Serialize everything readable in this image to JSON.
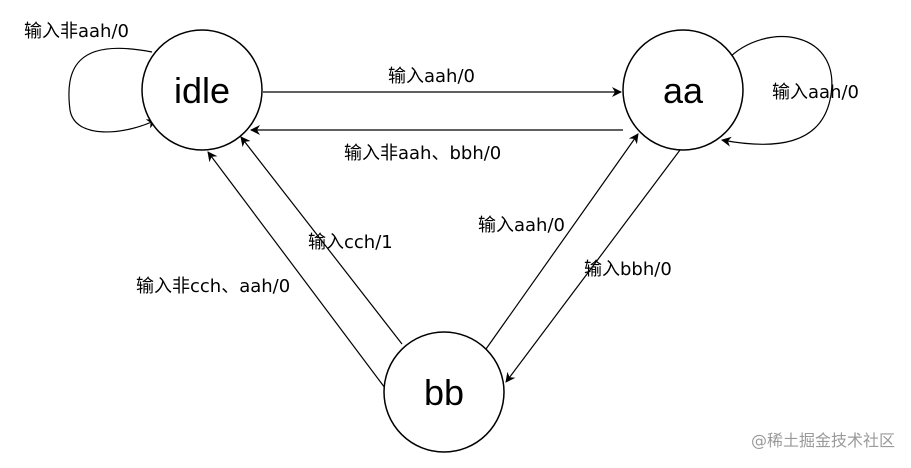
{
  "states": {
    "idle": "idle",
    "aa": "aa",
    "bb": "bb"
  },
  "transitions": {
    "idle_self": "输入非aah/0",
    "idle_to_aa": "输入aah/0",
    "aa_to_idle": "输入非aah、bbh/0",
    "aa_self": "输入aah/0",
    "bb_to_idle_cch": "输入cch/1",
    "bb_to_idle_other": "输入非cch、aah/0",
    "bb_to_aa": "输入aah/0",
    "aa_to_bb": "输入bbh/0"
  },
  "watermark": "@稀土掘金技术社区"
}
